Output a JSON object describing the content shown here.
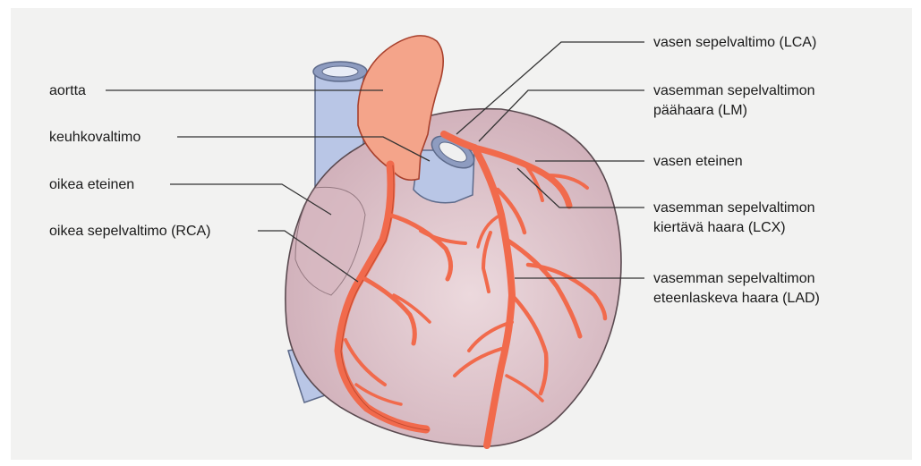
{
  "labels_left": {
    "aorta": "aortta",
    "pulmonary_artery": "keuhkovaltimo",
    "right_atrium": "oikea eteinen",
    "rca": "oikea sepelvaltimo (RCA)"
  },
  "labels_right": {
    "lca": "vasen sepelvaltimo (LCA)",
    "lm_line1": "vasemman sepelvaltimon",
    "lm_line2": "päähaara (LM)",
    "left_atrium": "vasen eteinen",
    "lcx_line1": "vasemman sepelvaltimon",
    "lcx_line2": "kiertävä haara (LCX)",
    "lad_line1": "vasemman sepelvaltimon",
    "lad_line2": "eteenlaskeva haara (LAD)"
  },
  "colors": {
    "background": "#f2f2f1",
    "heart_fill": "#dbbfc8",
    "heart_outline": "#5a4a50",
    "artery": "#f16a4c",
    "artery_outline": "#a8402c",
    "aorta_fill": "#f4a48a",
    "vessel_blue": "#b9c6e6",
    "leader_line": "#333333"
  }
}
